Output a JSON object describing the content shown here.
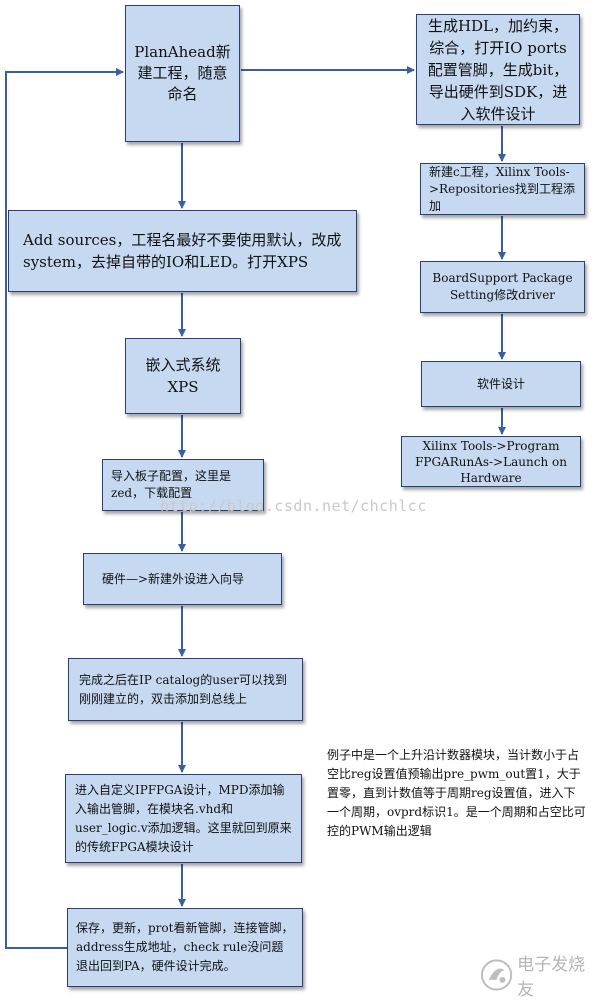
{
  "boxes": {
    "planahead": "PlanAhead新建工程，随意命名",
    "add_sources": "Add sources，工程名最好不要使用默认，改成system，去掉自带的IO和LED。打开XPS",
    "xps_line1": "嵌入式系统",
    "xps_line2": "XPS",
    "import_board": "导入板子配置，这里是zed，下载配置",
    "hardware_wizard": "硬件—>新建外设进入向导",
    "ip_catalog": "完成之后在IP catalog的user可以找到刚刚建立的，双击添加到总线上",
    "custom_ip": "进入自定义IPFPGA设计，MPD添加输入输出管脚，在模块名.vhd和user_logic.v添加逻辑。这里就回到原来的传统FPGA模块设计",
    "save_update": "保存，更新，prot看新管脚，连接管脚，address生成地址，check rule没问题退出回到PA，硬件设计完成。",
    "gen_hdl": "生成HDL，加约束，综合，打开IO ports配置管脚，生成bit，导出硬件到SDK，进入软件设计",
    "new_c_project": "新建c工程，Xilinx Tools->Repositories找到工程添加",
    "bsp_setting": "BoardSupport Package Setting修改driver",
    "software_design": "软件设计",
    "program_fpga": "Xilinx Tools->Program FPGARunAs->Launch on Hardware"
  },
  "note": "例子中是一个上升沿计数器模块，当计数小于占空比reg设置值预输出pre_pwm_out置1，大于置零，直到计数值等于周期reg设置值，进入下一个周期，ovprd标识1。是一个周期和占空比可控的PWM输出逻辑",
  "watermark": "http://blog.csdn.net/chchlcc",
  "logo_text": "电子发烧友",
  "colors": {
    "box_fill": "#c6d9f1",
    "box_border": "#2a3f73",
    "arrow": "#3a5fa0"
  }
}
